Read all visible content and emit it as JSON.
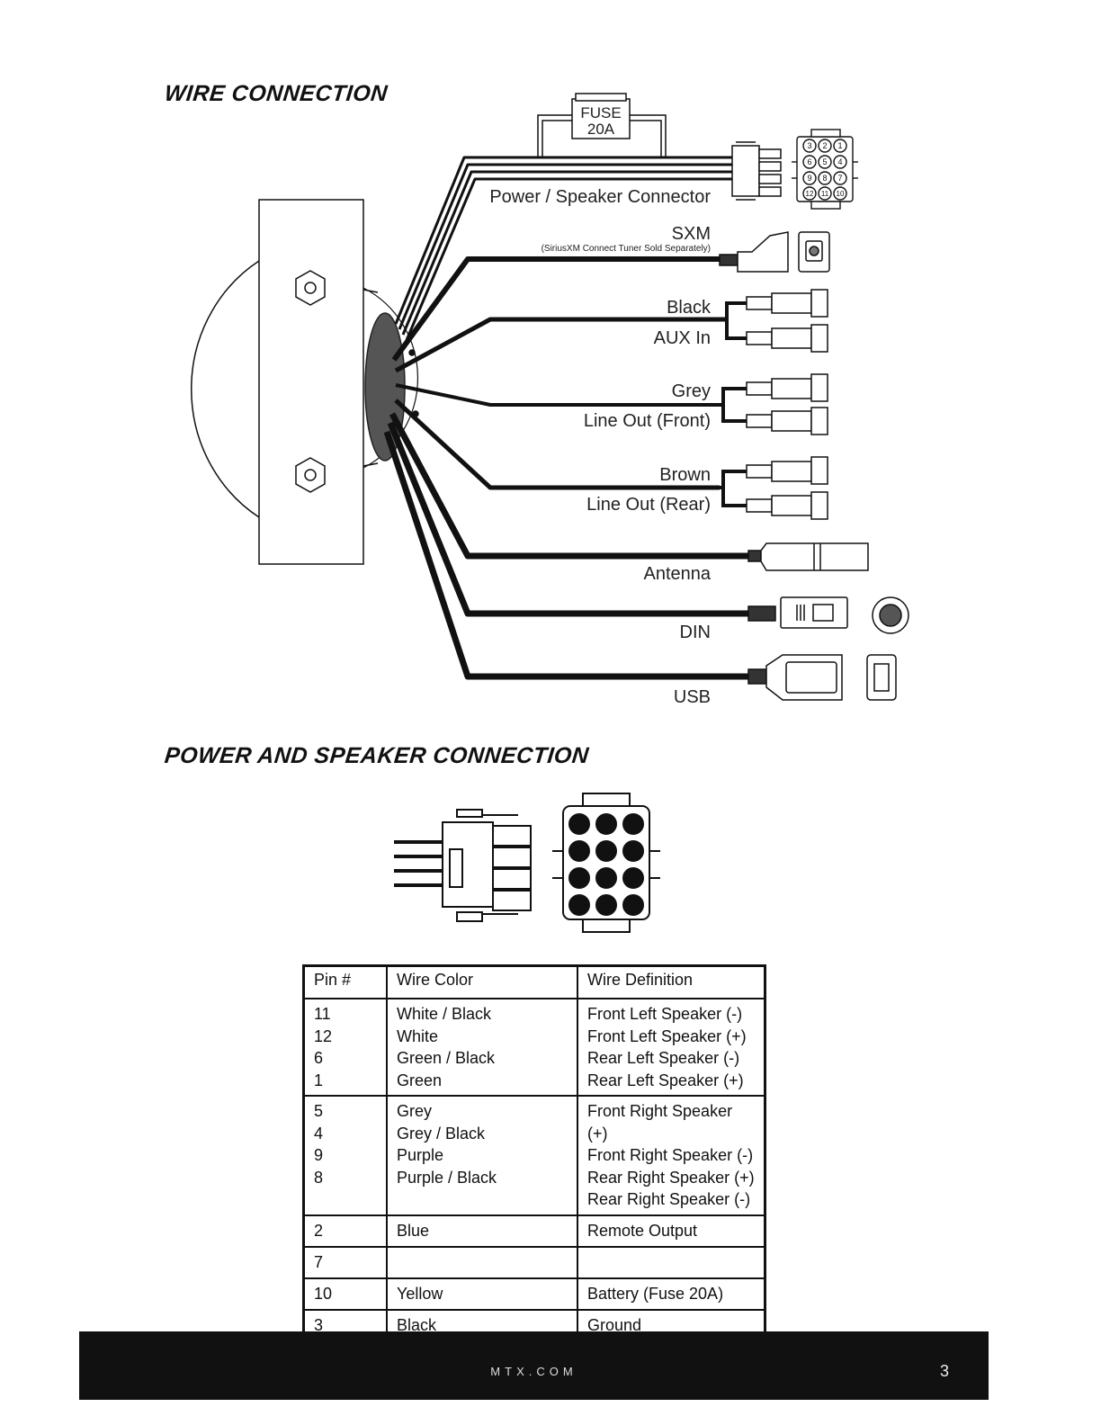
{
  "sections": {
    "wire_connection_title": "WIRE CONNECTION",
    "power_speaker_title": "POWER AND SPEAKER CONNECTION"
  },
  "wire_diagram": {
    "fuse_line1": "FUSE",
    "fuse_line2": "20A",
    "power_speaker_connector": "Power / Speaker Connector",
    "sxm": "SXM",
    "sxm_note": "(SiriusXM Connect Tuner Sold Separately)",
    "black": "Black",
    "aux_in": "AUX In",
    "grey": "Grey",
    "line_out_front": "Line Out (Front)",
    "brown": "Brown",
    "line_out_rear": "Line Out (Rear)",
    "antenna": "Antenna",
    "din": "DIN",
    "usb": "USB",
    "connector_pins": [
      "3",
      "2",
      "1",
      "6",
      "5",
      "4",
      "9",
      "8",
      "7",
      "12",
      "11",
      "10"
    ]
  },
  "pin_table": {
    "headers": [
      "Pin #",
      "Wire Color",
      "Wire Definition"
    ],
    "groups": [
      {
        "pins": [
          "11",
          "12",
          "6",
          "1"
        ],
        "colors": [
          "White / Black",
          "White",
          "Green / Black",
          "Green"
        ],
        "definitions": [
          "Front Left Speaker (-)",
          "Front Left Speaker (+)",
          "Rear Left Speaker (-)",
          "Rear Left Speaker (+)"
        ]
      },
      {
        "pins": [
          "5",
          "4",
          "9",
          "8"
        ],
        "colors": [
          "Grey",
          "Grey / Black",
          "Purple",
          "Purple / Black"
        ],
        "definitions": [
          "Front Right Speaker (+)",
          "Front Right Speaker (-)",
          "Rear Right Speaker (+)",
          "Rear Right Speaker (-)"
        ]
      },
      {
        "pins": [
          "2"
        ],
        "colors": [
          "Blue"
        ],
        "definitions": [
          "Remote Output"
        ]
      },
      {
        "pins": [
          "7"
        ],
        "colors": [
          ""
        ],
        "definitions": [
          ""
        ]
      },
      {
        "pins": [
          "10"
        ],
        "colors": [
          "Yellow"
        ],
        "definitions": [
          "Battery (Fuse 20A)"
        ]
      },
      {
        "pins": [
          "3"
        ],
        "colors": [
          "Black"
        ],
        "definitions": [
          "Ground"
        ]
      }
    ]
  },
  "footer": {
    "url": "MTX.COM",
    "page_number": "3"
  }
}
